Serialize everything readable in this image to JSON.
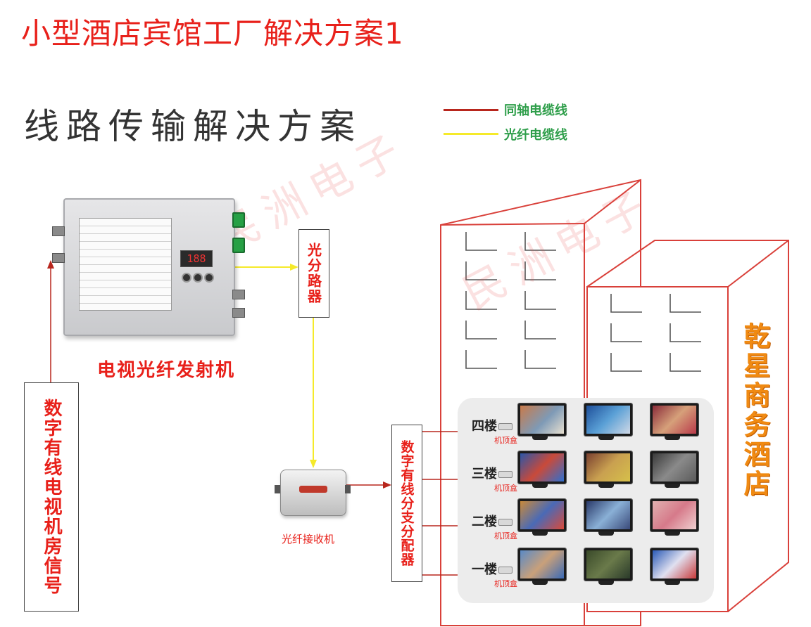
{
  "slide": {
    "title": "小型酒店宾馆工厂解决方案1",
    "section_title": "线路传输解决方案"
  },
  "legend": {
    "items": [
      {
        "label": "同轴电缆线",
        "color": "#b8261d"
      },
      {
        "label": "光纤电缆线",
        "color": "#f5ea2a"
      }
    ]
  },
  "devices": {
    "transmitter": {
      "label": "电视光纤发射机",
      "display": "188"
    },
    "splitter": {
      "label": "光分路器"
    },
    "receiver": {
      "label": "光纤接收机"
    },
    "distributor": {
      "label": "数字有线分支分配器"
    },
    "room_signal": {
      "label": "数字有线电视机房信号"
    }
  },
  "building": {
    "name": "乾星商务酒店",
    "floors": [
      {
        "label": "四楼",
        "stb_label": "机顶盒"
      },
      {
        "label": "三楼",
        "stb_label": "机顶盒"
      },
      {
        "label": "二楼",
        "stb_label": "机顶盒"
      },
      {
        "label": "一楼",
        "stb_label": "机顶盒"
      }
    ]
  },
  "watermark": "民洲电子",
  "colors": {
    "title_red": "#e8201a",
    "coax": "#b8261d",
    "fiber": "#f5ea2a",
    "legend_text": "#2e9e4a",
    "hotel_orange": "#f08a12"
  }
}
